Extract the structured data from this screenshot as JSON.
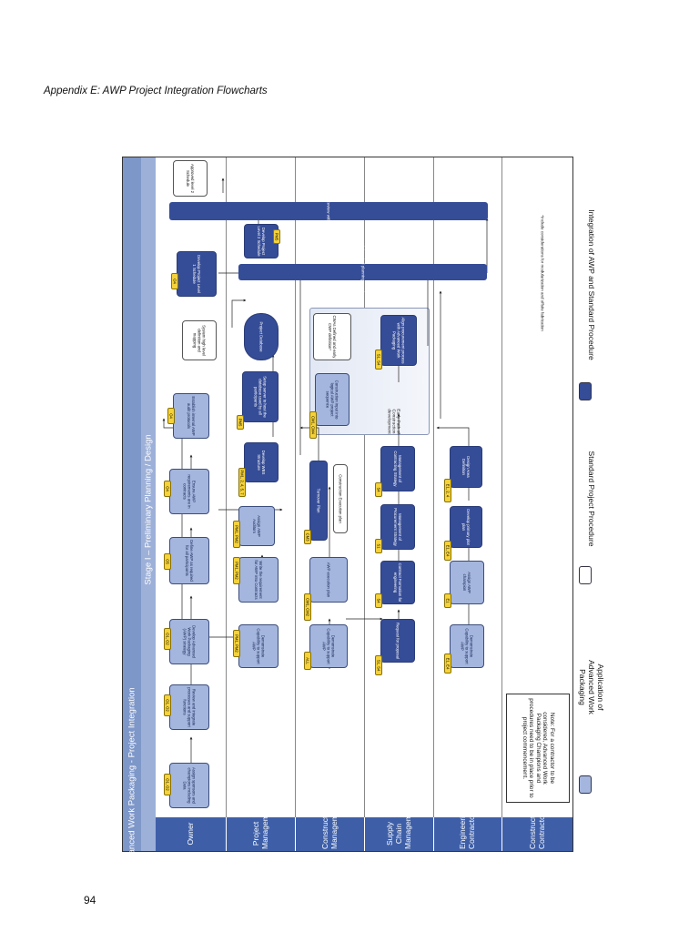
{
  "header": {
    "title": "Appendix E: AWP Project Integration Flowcharts"
  },
  "page_number": "94",
  "diagram": {
    "title": "Advanced Work Packaging - Project Integration",
    "stage": "Stage I – Preliminary Planning / Design",
    "lanes": [
      "Owner",
      "Project Management",
      "Construction Management",
      "Supply Chain Management",
      "Engineering Contractor",
      "Construction Contractor"
    ],
    "boxes": {
      "b1": {
        "text": "Assign sponsors and champions including Data",
        "tag": "O1, O2"
      },
      "b2": {
        "text": "Review and integrate processes and support functions",
        "tag": "O1, O2"
      },
      "b3": {
        "text": "Develop Advanced Work Packaging (AWP) strategy",
        "tag": "O1, O2"
      },
      "b4": {
        "text": "Define AWP as required for all participants",
        "tag": "O5"
      },
      "b5": {
        "text": "Ensure AWP requirements are in contracts",
        "tag": "O4"
      },
      "b6": {
        "text": "Establish internal AWP audit protocols",
        "tag": "O4"
      },
      "b7": {
        "text": "System high level definition and mapping",
        "tag": ""
      },
      "b8": {
        "text": "Develop Project Level 1 Schedule",
        "tag": "O4"
      },
      "b9": {
        "text": "Approved level 2 Schedule",
        "tag": ""
      },
      "b10": {
        "text": "Demonstrate Capability to support AWP",
        "tag": "PM1, PM2"
      },
      "b11": {
        "text": "Write the requirement for AWP into Contracts",
        "tag": "PM1, PM2"
      },
      "b12": {
        "text": "Assign AWP Auditors",
        "tag": "PM1, PM2"
      },
      "b13": {
        "text": "Develop WBS Structure",
        "tag": "PM1, 2, 4, 5, 7"
      },
      "b14": {
        "text": "Setup server to host the database used by all participants",
        "tag": "PM5"
      },
      "b15": {
        "text": "Project Database",
        "tag": ""
      },
      "b16": {
        "text": "Develop Project Level 2 Schedule",
        "tag": "PM5"
      },
      "b17": {
        "text": "Demonstrate Capability to support AWP",
        "tag": "ALL"
      },
      "b18": {
        "text": "AWP execution plan",
        "tag": "CM1, CM2"
      },
      "b19": {
        "text": "Turnover Plan",
        "tag": "CM3"
      },
      "b20": {
        "text": "Construction Execution plan",
        "tag": ""
      },
      "b21": {
        "text": "Construction input into logical AWP project sequence",
        "tag": "CM1, CM4"
      },
      "b22": {
        "text": "CWAs Defined and early CWP definition*",
        "tag": ""
      },
      "b23": {
        "text": "Request for proposal",
        "tag": "S1, S4"
      },
      "b24": {
        "text": "Contract Formation for engineering",
        "tag": "S4"
      },
      "b25": {
        "text": "Management of Procurement Strategy",
        "tag": "S1"
      },
      "b26": {
        "text": "Management of Contracting Strategy",
        "tag": "S4"
      },
      "b27": {
        "text": "Early Path of Construction development",
        "tag": ""
      },
      "b28": {
        "text": "Align procurement process with Advanced Work Packaging",
        "tag": "S1, S4"
      },
      "b29": {
        "text": "Demonstrate Capability to support AWP",
        "tag": "E1, E4"
      },
      "b30": {
        "text": "Assign AWP champion",
        "tag": "E1"
      },
      "b31": {
        "text": "Develop primary plot plan",
        "tag": "E1, E4"
      },
      "b32": {
        "text": "Design Area Definition",
        "tag": "E1, 2, 4"
      }
    },
    "bars": {
      "integrated": "Integrated planning sessions",
      "level2": "Level 2 Schedule Review with construction input"
    },
    "note": "Note: For a contractor to be considered, Advanced Work Packaging Champions and procedures need to be in place prior to project commencement.",
    "footnote": "*Include considerations for modularization and offsite fabrication"
  },
  "legend": {
    "items": [
      {
        "label": "Application of Advanced Work Packaging",
        "color": "#a4b6de"
      },
      {
        "label": "Standard Project Procedure",
        "color": "#ffffff"
      },
      {
        "label": "Integration of AWP and Standard Procedure",
        "color": "#354c97"
      }
    ]
  }
}
